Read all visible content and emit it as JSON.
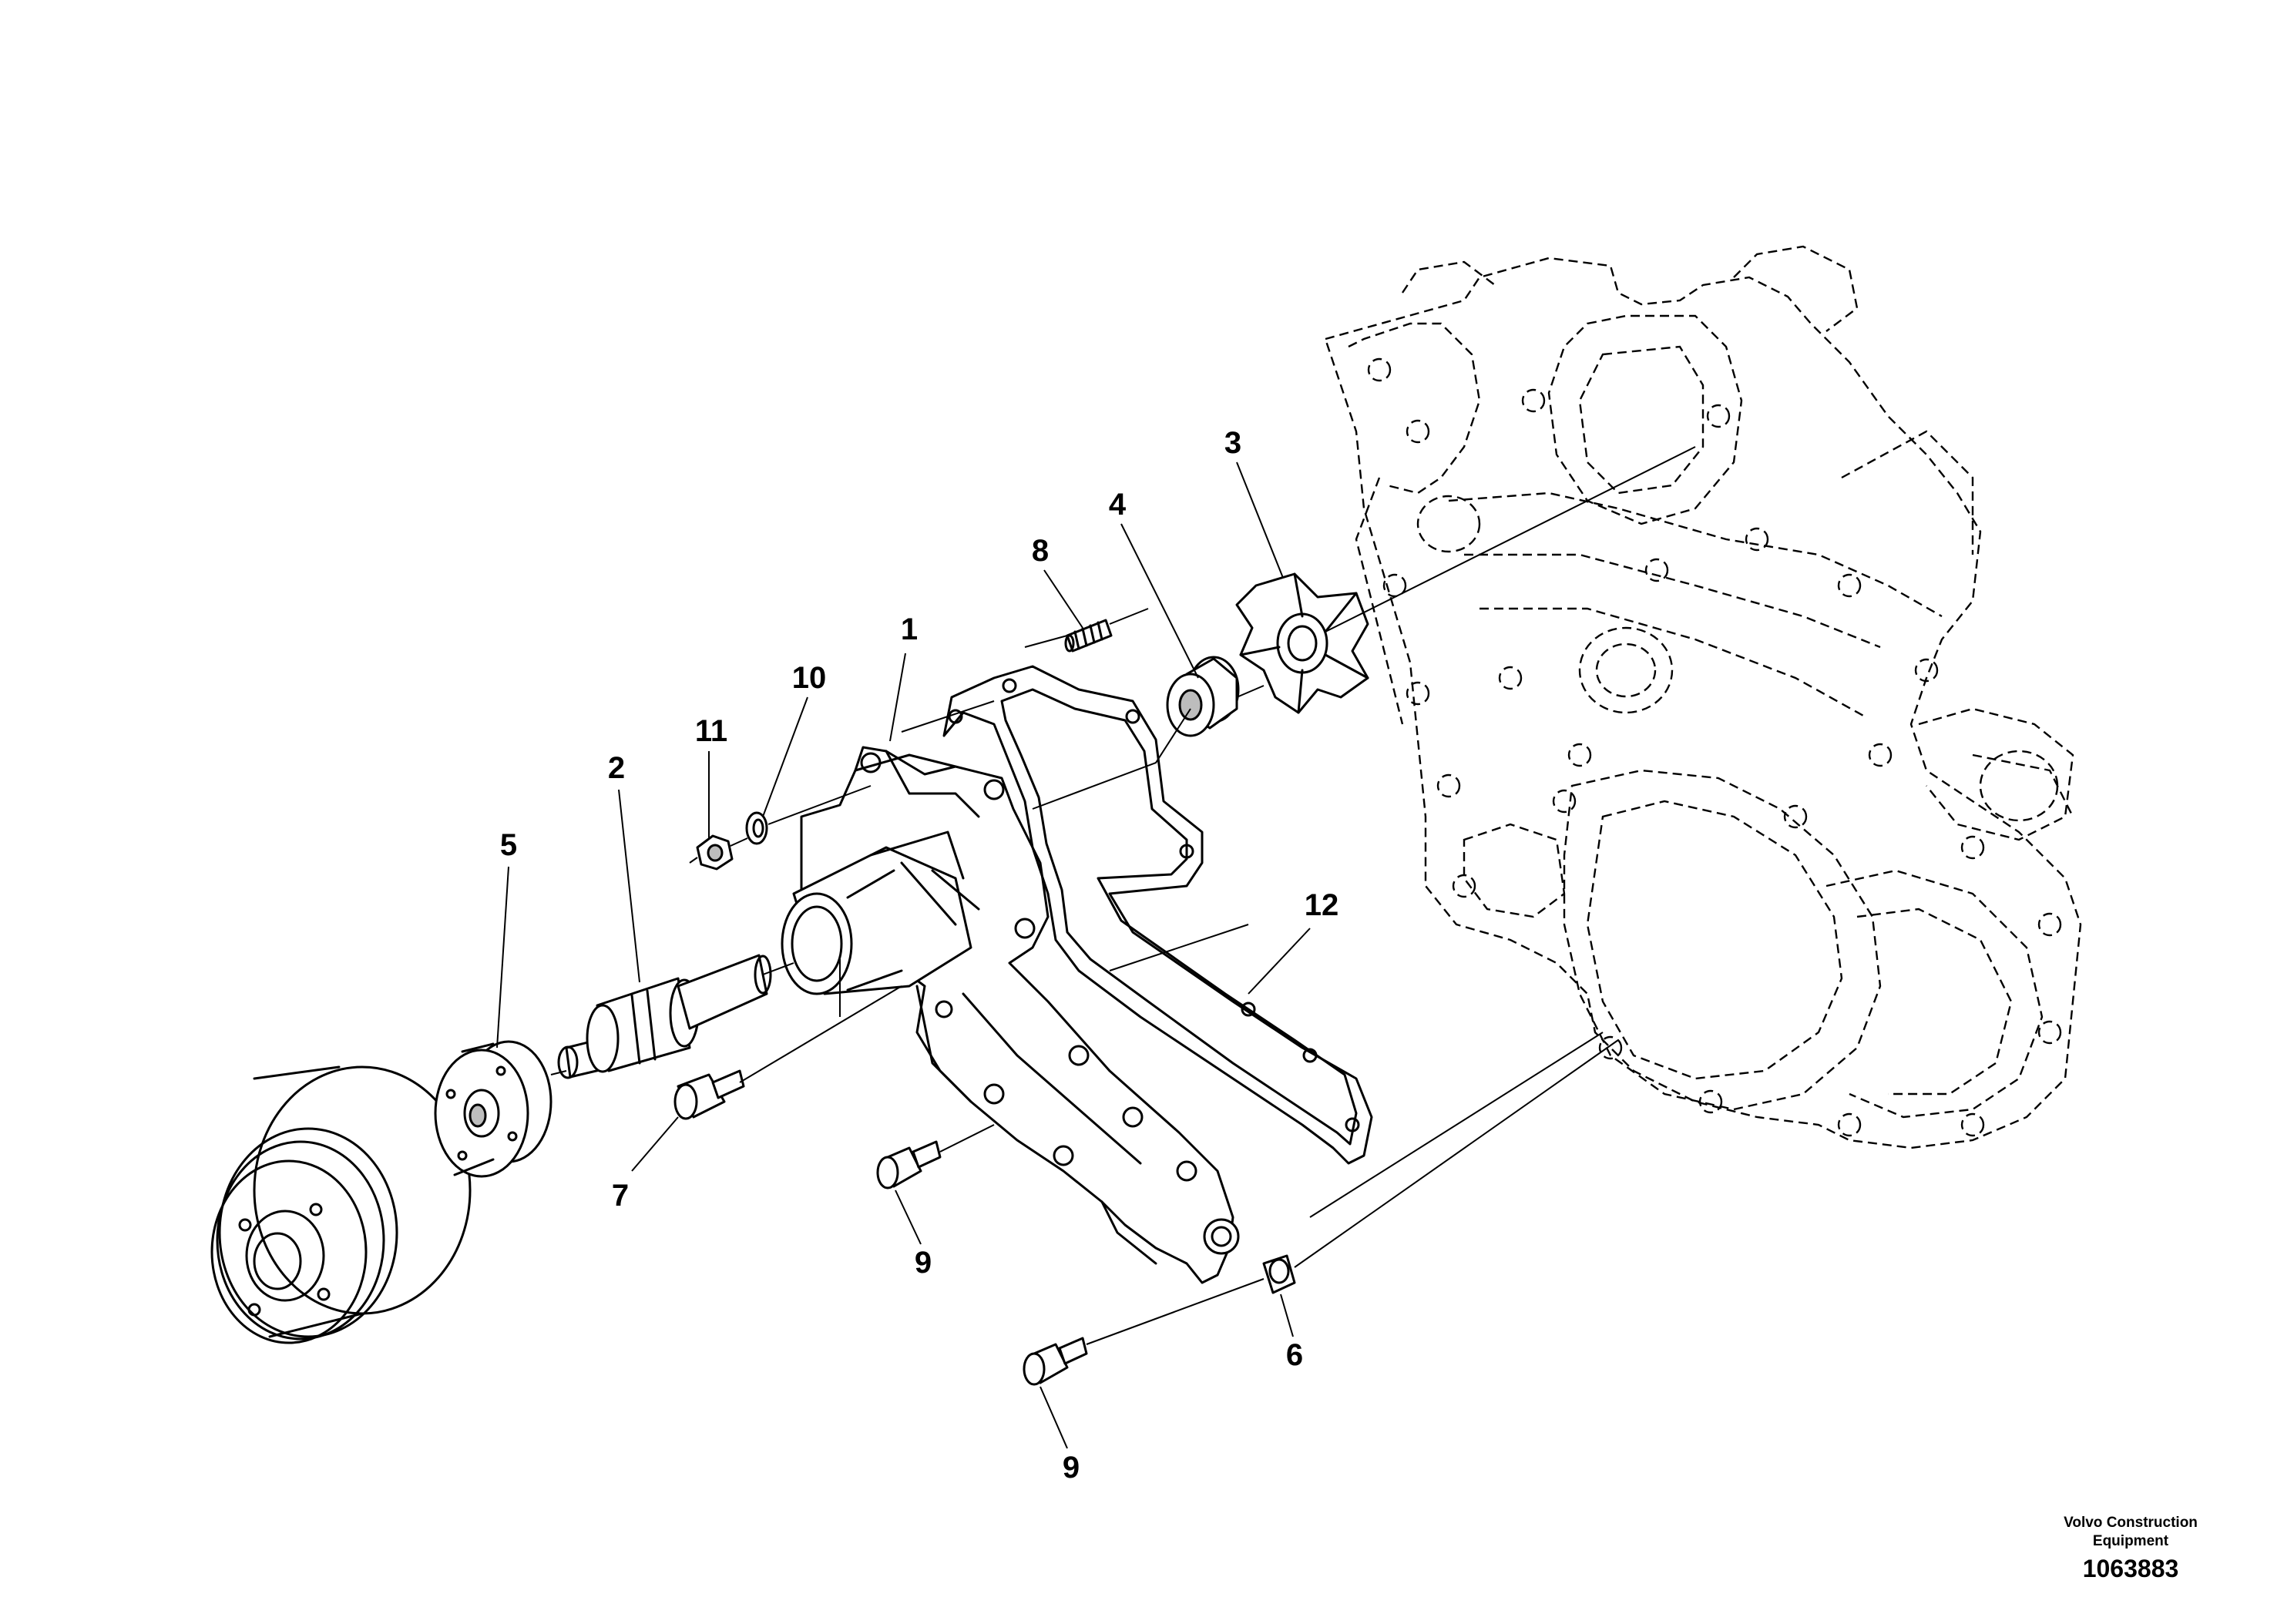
{
  "diagram": {
    "callouts": [
      {
        "id": "1",
        "label": "1"
      },
      {
        "id": "2",
        "label": "2"
      },
      {
        "id": "3",
        "label": "3"
      },
      {
        "id": "4",
        "label": "4"
      },
      {
        "id": "5",
        "label": "5"
      },
      {
        "id": "6",
        "label": "6"
      },
      {
        "id": "7",
        "label": "7"
      },
      {
        "id": "8",
        "label": "8"
      },
      {
        "id": "9a",
        "label": "9"
      },
      {
        "id": "9b",
        "label": "9"
      },
      {
        "id": "10",
        "label": "10"
      },
      {
        "id": "11",
        "label": "11"
      },
      {
        "id": "12",
        "label": "12"
      }
    ]
  },
  "caption": {
    "brand_line1": "Volvo Construction",
    "brand_line2": "Equipment",
    "drawing_number": "1063883"
  }
}
